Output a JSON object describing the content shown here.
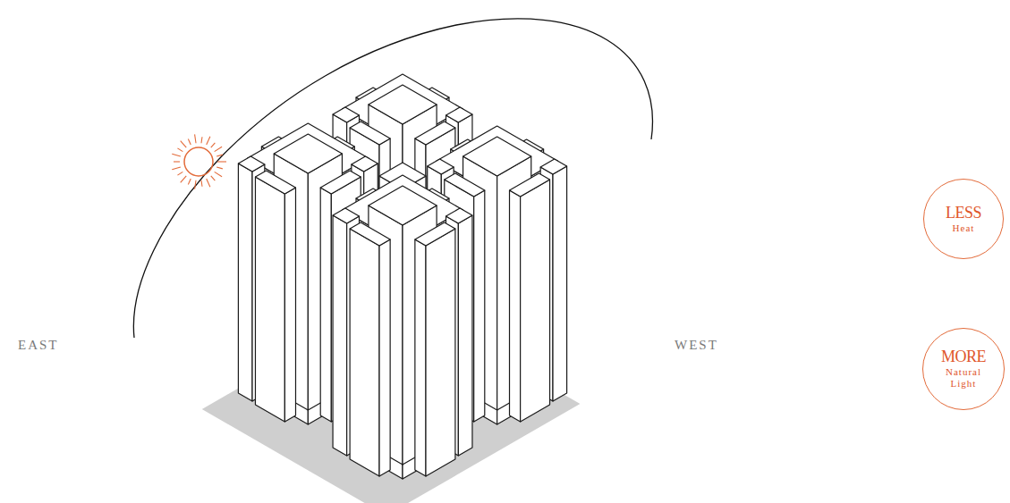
{
  "diagram": {
    "nodes": [
      {
        "text": [
          "LESS",
          "Heat"
        ]
      },
      {
        "text": [
          "MORE",
          "Natural Light"
        ]
      }
    ],
    "labels": [
      "EAST",
      "WEST"
    ]
  }
}
